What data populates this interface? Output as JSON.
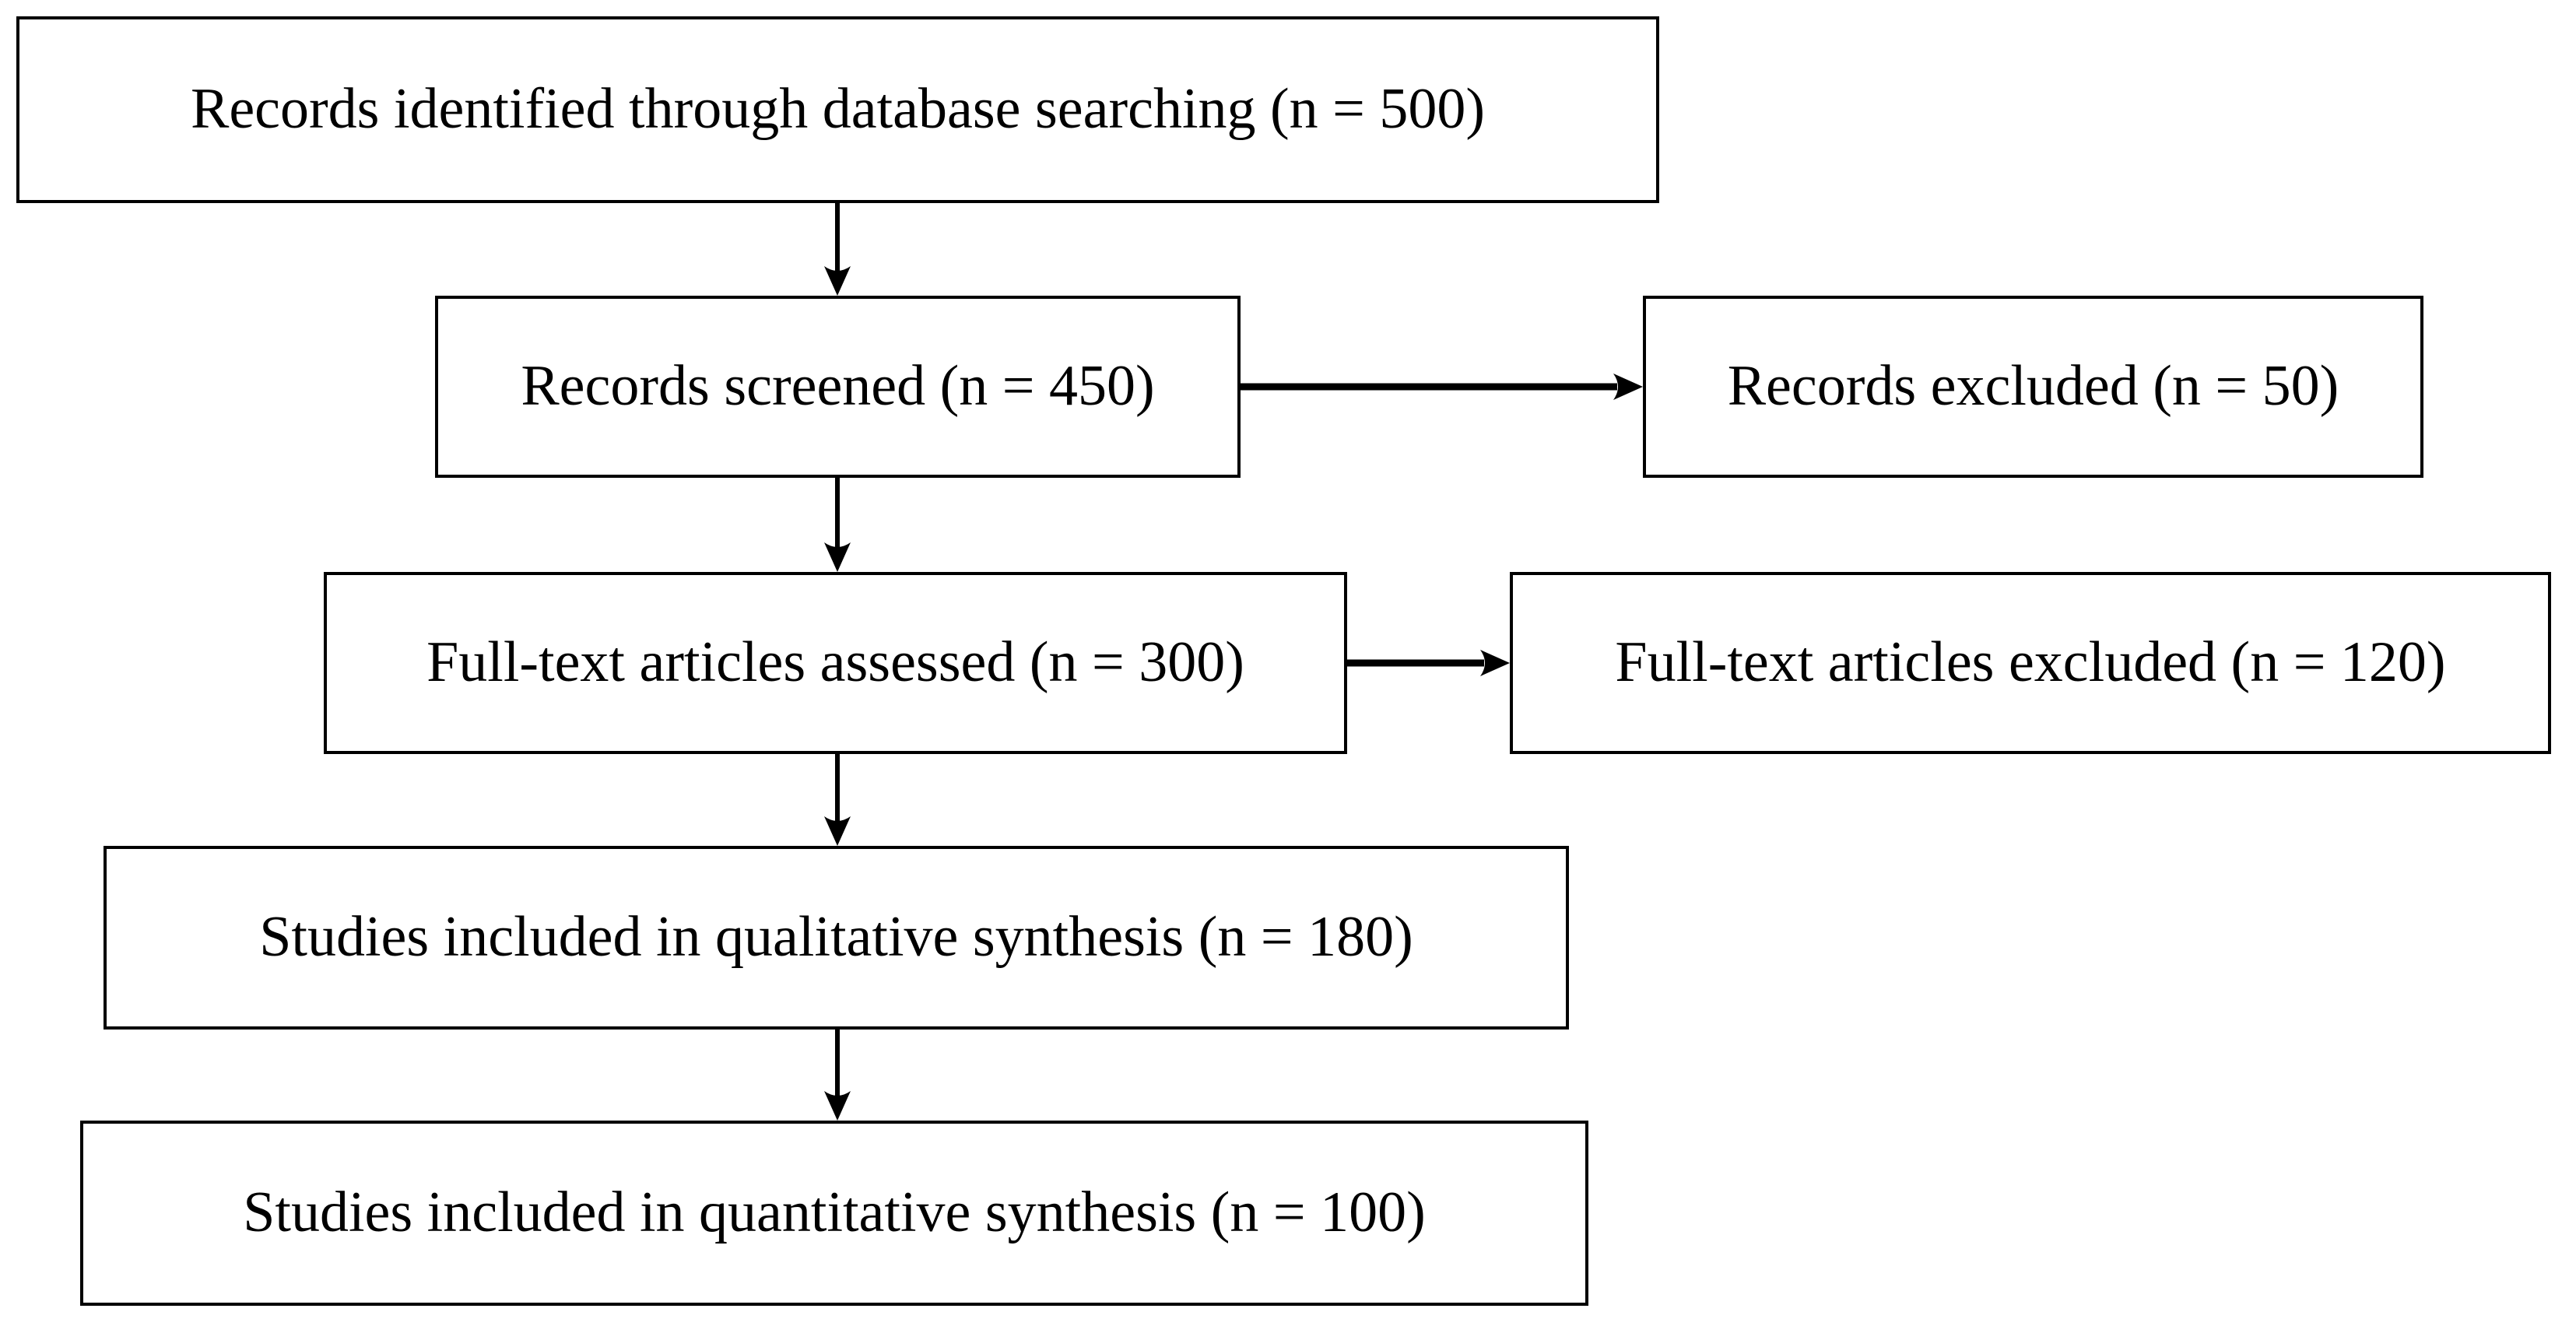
{
  "diagram": {
    "background": "#ffffff",
    "box_fill": "#ffffff",
    "box_border_color": "#000000",
    "text_color": "#000000",
    "arrow_color": "#000000",
    "boxes": [
      {
        "id": "records-identified",
        "label": "Records identified through database searching (n = 500)",
        "n": 500
      },
      {
        "id": "records-screened",
        "label": "Records screened (n = 450)",
        "n": 450
      },
      {
        "id": "records-excluded",
        "label": "Records excluded (n = 50)",
        "n": 50
      },
      {
        "id": "fulltext-assessed",
        "label": "Full-text articles assessed (n = 300)",
        "n": 300
      },
      {
        "id": "fulltext-excluded",
        "label": "Full-text articles excluded (n = 120)",
        "n": 120
      },
      {
        "id": "qualitative-synthesis",
        "label": "Studies included in qualitative synthesis (n = 180)",
        "n": 180
      },
      {
        "id": "quantitative-synthesis",
        "label": "Studies included in quantitative synthesis (n = 100)",
        "n": 100
      }
    ],
    "flows": [
      {
        "from": "records-identified",
        "to": "records-screened"
      },
      {
        "from": "records-screened",
        "to": "records-excluded"
      },
      {
        "from": "records-screened",
        "to": "fulltext-assessed"
      },
      {
        "from": "fulltext-assessed",
        "to": "fulltext-excluded"
      },
      {
        "from": "fulltext-assessed",
        "to": "qualitative-synthesis"
      },
      {
        "from": "qualitative-synthesis",
        "to": "quantitative-synthesis"
      }
    ]
  }
}
